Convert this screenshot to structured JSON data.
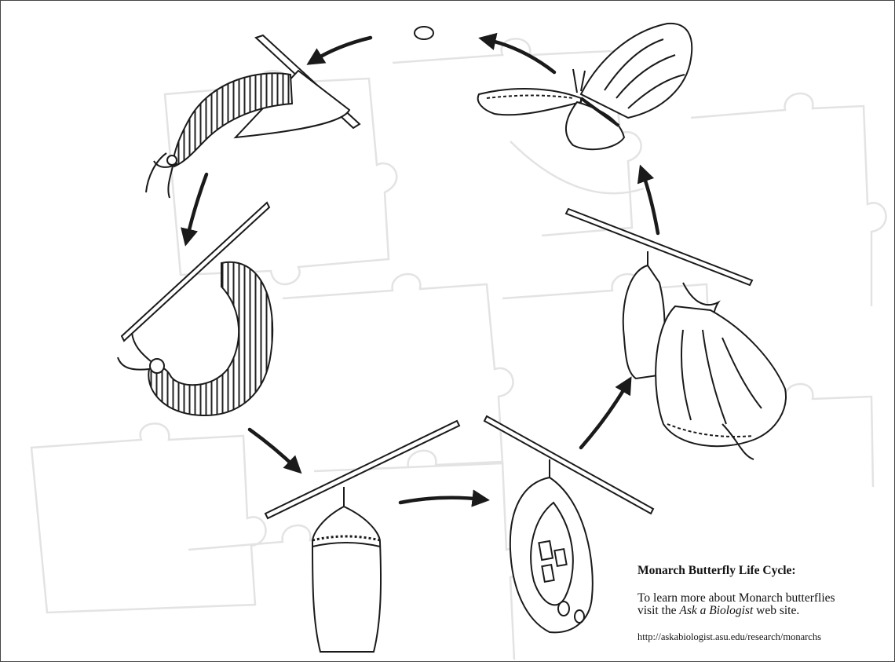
{
  "caption": {
    "title": "Monarch Butterfly Life Cycle:",
    "body_line1": "To learn more about Monarch butterflies",
    "body_line2_pre": "visit the ",
    "body_line2_link": "Ask a Biologist",
    "body_line2_post": " web site.",
    "url": "http://askabiologist.asu.edu/research/monarchs"
  },
  "stages": [
    {
      "icon": "egg-icon"
    },
    {
      "icon": "caterpillar-on-leaf-icon"
    },
    {
      "icon": "caterpillar-hanging-j-icon"
    },
    {
      "icon": "green-chrysalis-icon"
    },
    {
      "icon": "darkening-chrysalis-icon"
    },
    {
      "icon": "emerging-butterfly-icon"
    },
    {
      "icon": "adult-butterfly-icon"
    }
  ],
  "colors": {
    "line": "#1a1a1a",
    "puzzle_background": "#e6e6e6",
    "border": "#444444"
  }
}
